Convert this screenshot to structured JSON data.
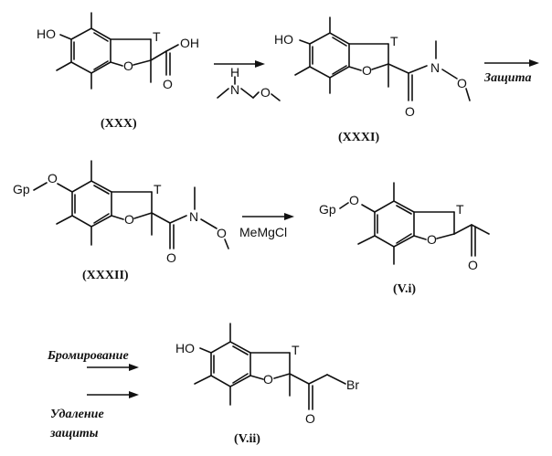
{
  "atoms": {
    "hydroxyl": "HO",
    "ring_oxygen": "O",
    "carbonyl_oxygen": "O",
    "nitrogen": "N",
    "hydrogen": "H",
    "bromine": "Br",
    "t_substituent": "T",
    "oh_group": "OH",
    "protecting_group": "Gp",
    "ether_oxygen": "O"
  },
  "compounds": {
    "c1": "(XXX)",
    "c2": "(XXXI)",
    "c3": "(XXXII)",
    "c4": "(V.i)",
    "c5": "(V.ii)"
  },
  "conditions": {
    "protection": "Защита",
    "bromination": "Бромирование",
    "deprotection_line1": "Удаление",
    "deprotection_line2": "защиты"
  },
  "reagents": {
    "grignard": "MeMgCl"
  },
  "colors": {
    "ink": "#111111",
    "background": "#ffffff"
  }
}
